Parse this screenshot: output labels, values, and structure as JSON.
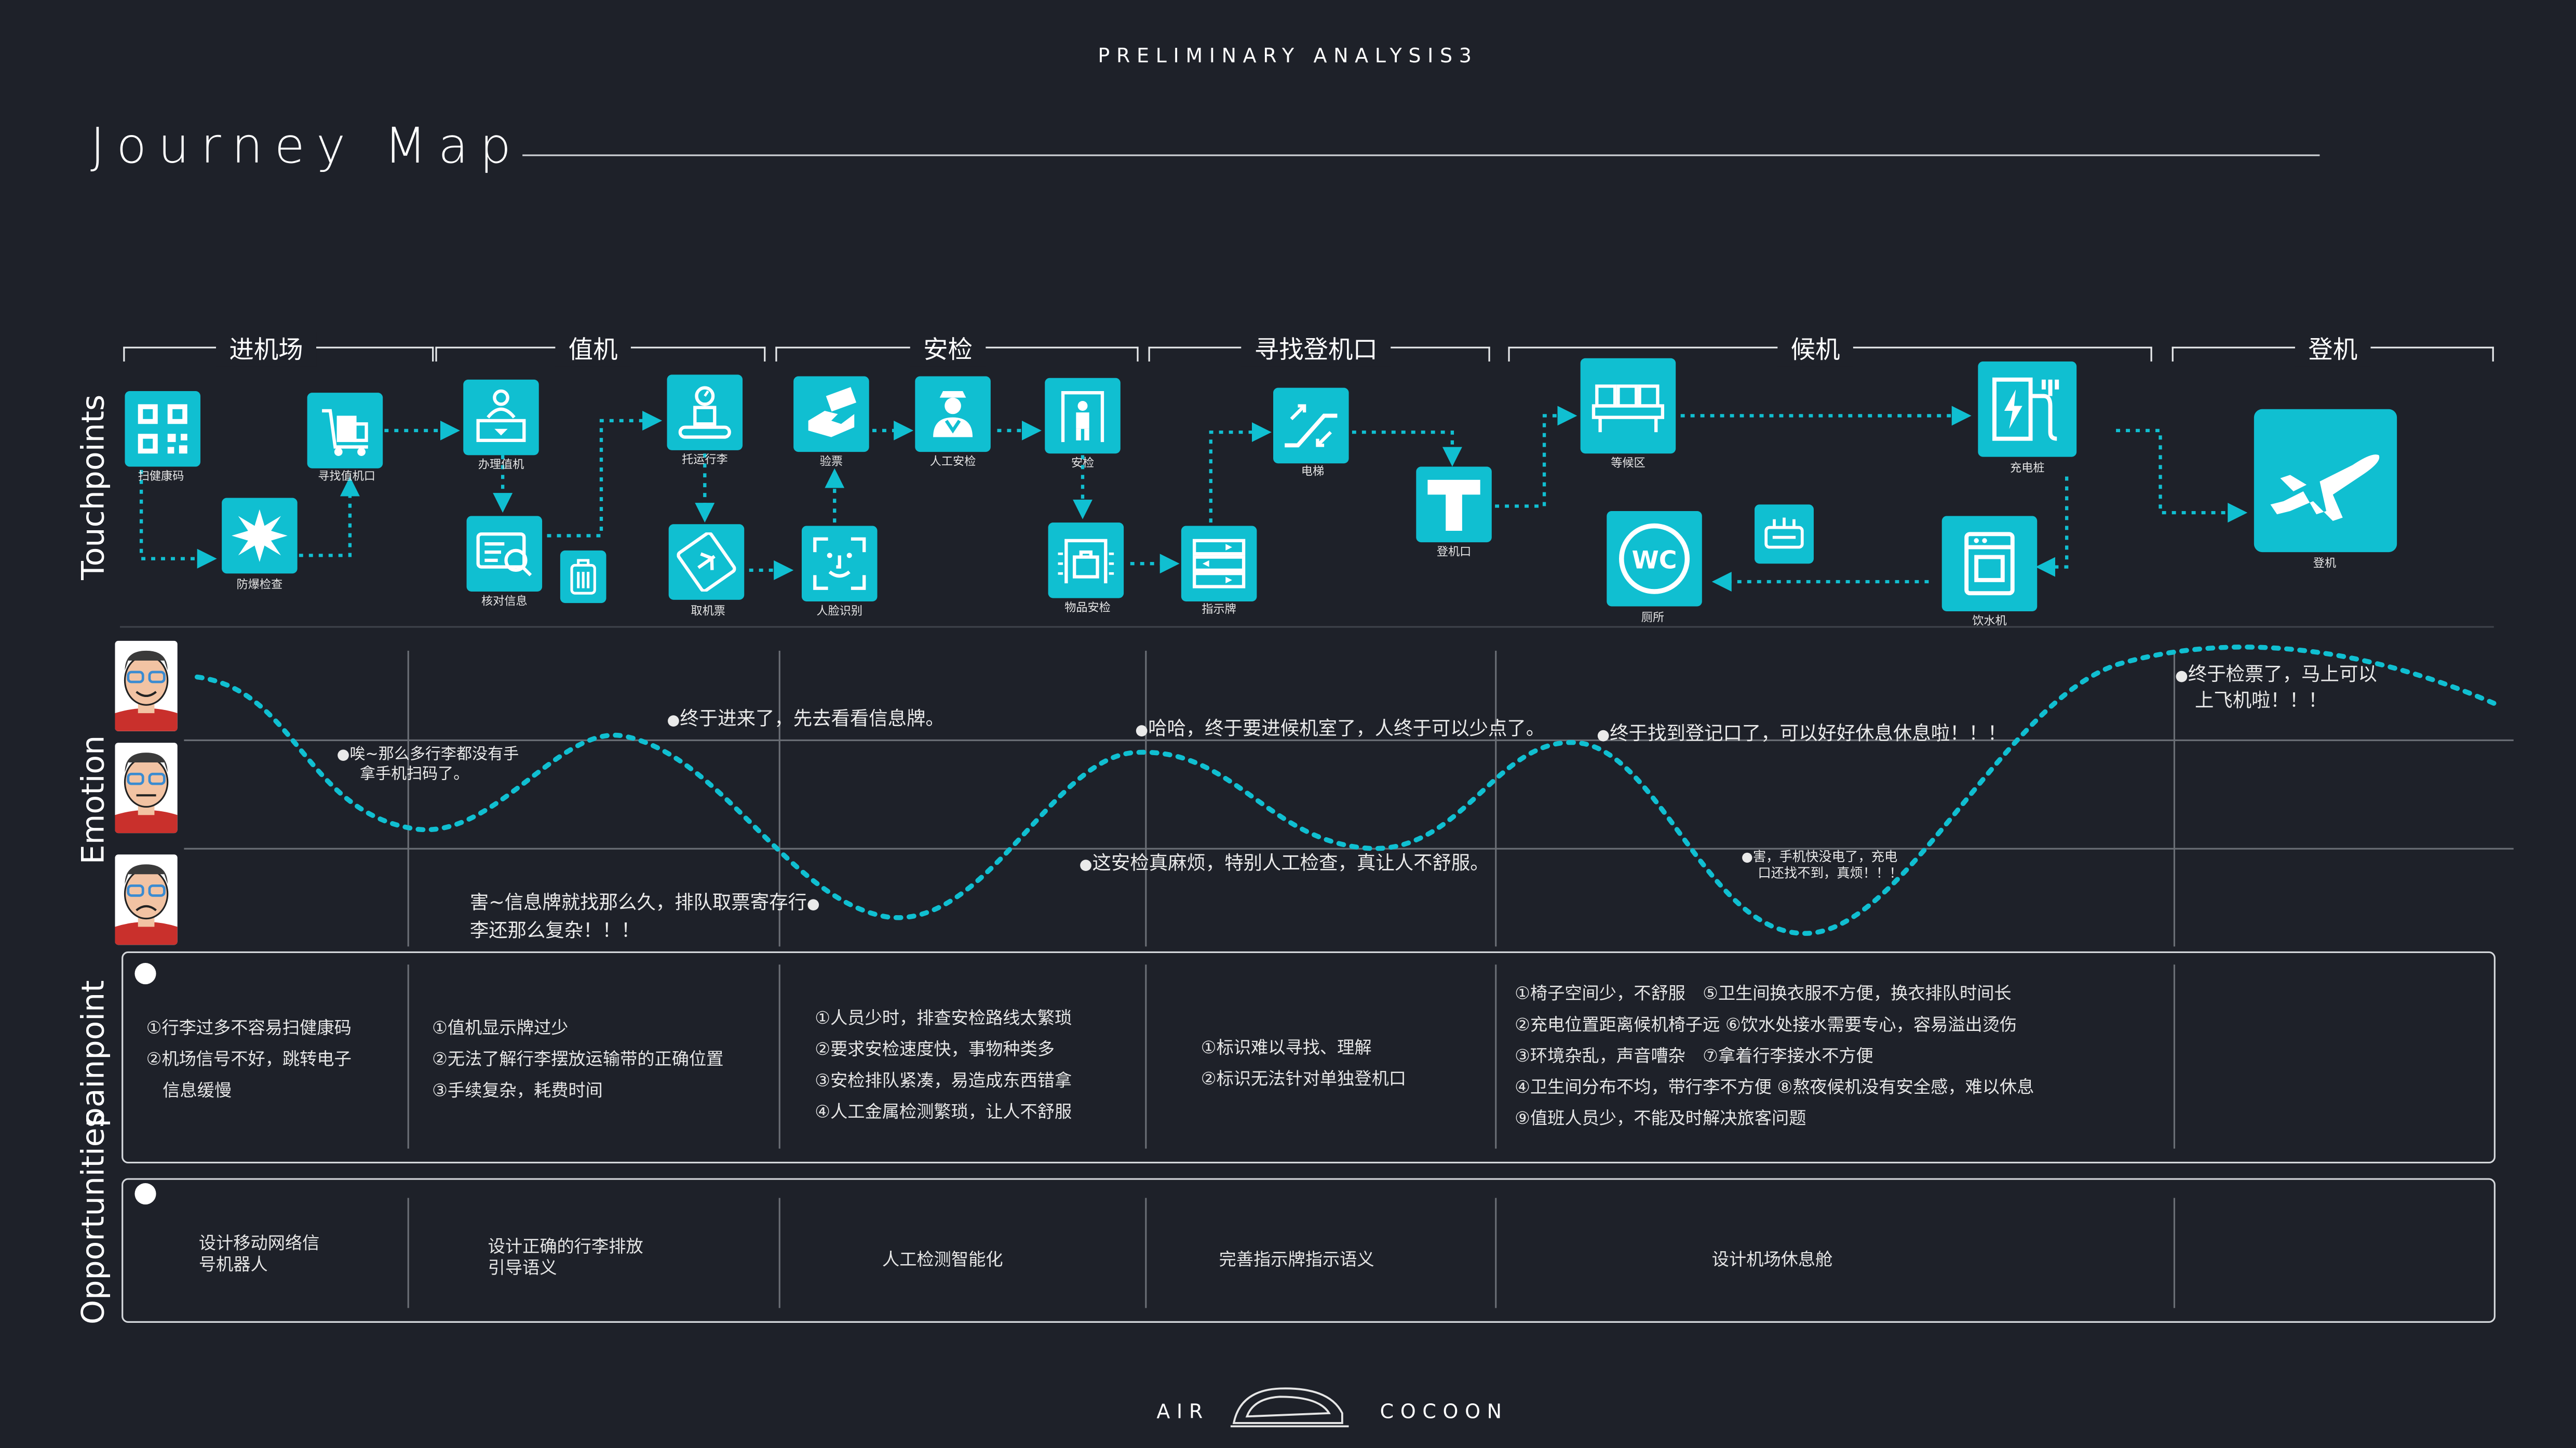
{
  "header": {
    "preliminary": "PRELIMINARY ANALYSIS3",
    "title": "Journey Map"
  },
  "row_labels": {
    "touchpoints": "Touchpoints",
    "emotion": "Emotion",
    "painpoint": "painpoint",
    "opportunities": "Opportunities"
  },
  "phases": [
    "进机场",
    "值机",
    "安检",
    "寻找登机口",
    "候机",
    "登机"
  ],
  "touchpoints": {
    "health_code": "扫健康码",
    "explosion_check": "防爆检查",
    "find_checkin": "寻找值机口",
    "checkin": "办理值机",
    "verify_info": "核对信息",
    "baggage_check": "托运行李",
    "get_ticket": "取机票",
    "ticket_check": "验票",
    "face_recognition": "人脸识别",
    "manual_security": "人工安检",
    "security": "安检",
    "item_security": "物品安检",
    "escalator": "电梯",
    "sign": "指示牌",
    "boarding_gate": "登机口",
    "waiting_area": "等候区",
    "toilet": "厕所",
    "charging": "充电桩",
    "water_dispenser": "饮水机",
    "boarding": "登机"
  },
  "emotion": {
    "e1_line1": "唉~那么多行李都没有手",
    "e1_line2": "拿手机扫码了。",
    "e2": "终于进来了，先去看看信息牌。",
    "e3_line1": "害~信息牌就找那么久，排队取票寄存行",
    "e3_line2": "李还那么复杂！！！",
    "e4": "哈哈，终于要进候机室了，人终于可以少点了。",
    "e5": "这安检真麻烦，特别人工检查，真让人不舒服。",
    "e6": "终于找到登记口了，可以好好休息休息啦！！！",
    "e7_line1": "害，手机快没电了，充电",
    "e7_line2": "口还找不到，真烦！！！",
    "e8_line1": "终于检票了，马上可以",
    "e8_line2": "上飞机啦！！！"
  },
  "painpoints": {
    "p1": [
      "①行李过多不容易扫健康码",
      "②机场信号不好，跳转电子",
      "信息缓慢"
    ],
    "p2": [
      "①值机显示牌过少",
      "②无法了解行李摆放运输带的正确位置",
      "③手续复杂，耗费时间"
    ],
    "p3": [
      "①人员少时，排查安检路线太繁琐",
      "②要求安检速度快，事物种类多",
      "③安检排队紧凑，易造成东西错拿",
      "④人工金属检测繁琐，让人不舒服"
    ],
    "p4": [
      "①标识难以寻找、理解",
      "②标识无法针对单独登机口"
    ],
    "p5": [
      "①椅子空间少，不舒服　⑤卫生间换衣服不方便，换衣排队时间长",
      "②充电位置距离候机椅子远 ⑥饮水处接水需要专心，容易溢出烫伤",
      "③环境杂乱，声音嘈杂　⑦拿着行李接水不方便",
      "④卫生间分布不均，带行李不方便 ⑧熬夜候机没有安全感，难以休息",
      "⑨值班人员少，不能及时解决旅客问题"
    ]
  },
  "opportunities": {
    "o1": [
      "设计移动网络信",
      "号机器人"
    ],
    "o2": [
      "设计正确的行李排放",
      "引导语义"
    ],
    "o3": "人工检测智能化",
    "o4": "完善指示牌指示语义",
    "o5": "设计机场休息舱"
  },
  "footer": {
    "left": "AIR",
    "right": "COCOON"
  },
  "icons": {
    "health_code": "qr-code-icon",
    "explosion_check": "explosion-icon",
    "find_checkin": "luggage-cart-icon",
    "checkin": "checkin-counter-icon",
    "verify_info": "id-card-icon",
    "baggage_check": "baggage-scale-icon",
    "get_ticket": "ticket-icon",
    "ticket_check": "ticket-hand-icon",
    "face_recognition": "face-scan-icon",
    "manual_security": "security-officer-icon",
    "security": "security-gate-icon",
    "item_security": "xray-scanner-icon",
    "escalator": "escalator-icon",
    "sign": "signboard-icon",
    "boarding_gate": "gate-t-icon",
    "waiting_area": "seats-icon",
    "toilet": "wc-icon",
    "charging": "charging-station-icon",
    "water_dispenser": "water-dispenser-icon",
    "boarding": "airplane-icon"
  },
  "colors": {
    "background": "#1e2129",
    "accent": "#10bfd1",
    "text": "#ffffff"
  }
}
